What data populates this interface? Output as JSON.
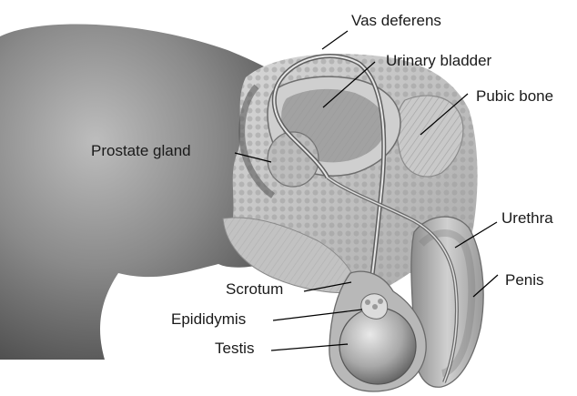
{
  "diagram": {
    "labels": {
      "vas_deferens": "Vas deferens",
      "urinary_bladder": "Urinary bladder",
      "pubic_bone": "Pubic bone",
      "prostate_gland": "Prostate gland",
      "urethra": "Urethra",
      "penis": "Penis",
      "scrotum": "Scrotum",
      "epididymis": "Epididymis",
      "testis": "Testis"
    }
  }
}
